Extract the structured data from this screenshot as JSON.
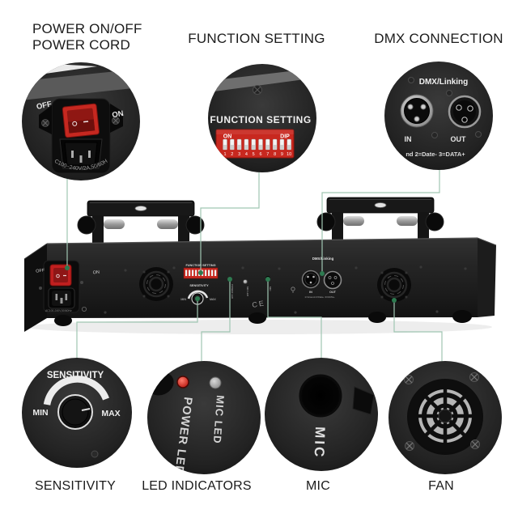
{
  "colors": {
    "callout_line": "#a0c6b2",
    "callout_dot": "#2d7a50",
    "dip_red": "#c8281f",
    "switch_red": "#c01f1f"
  },
  "top_labels": {
    "power_line1": "POWER ON/OFF",
    "power_line2": "POWER CORD",
    "function": "FUNCTION SETTING",
    "dmx": "DMX CONNECTION"
  },
  "bottom_labels": {
    "sensitivity": "SENSITIVITY",
    "led": "LED INDICATORS",
    "mic": "MIC",
    "fan": "FAN"
  },
  "power_circle": {
    "off": "OFF",
    "on": "ON",
    "rating": "C100~240V/2A,50/60H"
  },
  "function_circle": {
    "title": "FUNCTION SETTING",
    "on": "ON",
    "dip": "DIP",
    "numbers": [
      "1",
      "2",
      "3",
      "4",
      "5",
      "6",
      "7",
      "8",
      "9",
      "10"
    ]
  },
  "dmx_circle": {
    "title": "DMX/Linking",
    "in_label": "IN",
    "out_label": "OUT",
    "pinout": "nd 2=Date-  3=DATA+"
  },
  "sensitivity_circle": {
    "title": "SENSITIVITY",
    "min": "MIN",
    "max": "MAX"
  },
  "led_circle": {
    "power_led": "POWER LED",
    "mic_led": "MIC LED"
  },
  "mic_circle": {
    "label": "MIC"
  },
  "panel": {
    "off": "OFF",
    "on": "ON",
    "rating": "AC100-240V,50/60Hz",
    "function_setting": "FUNCTION SETTING",
    "sensitivity": "SENSITIVITY",
    "min": "MIN",
    "max": "MAX",
    "power_led": "POWER LED",
    "mic_led": "MIC LED",
    "ce": "CE",
    "mic": "MIC",
    "dmx_linking": "DMX/Linking",
    "in_label": "IN",
    "out_label": "OUT",
    "pinout": "1=Ground 2=Date-  3=DATA+"
  }
}
